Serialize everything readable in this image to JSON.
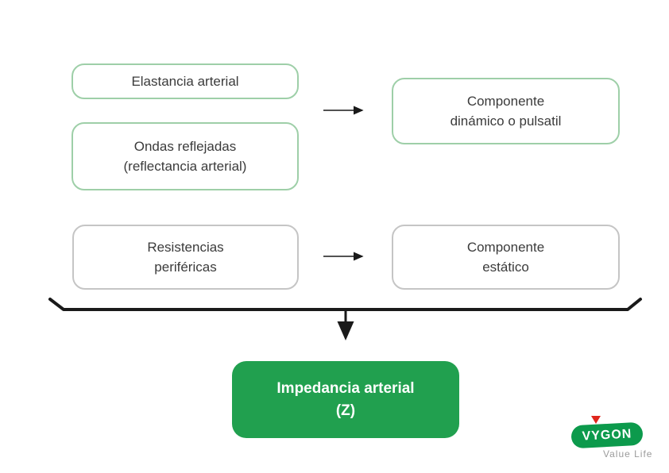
{
  "palette": {
    "soft_green_border": "#9ecfa8",
    "gray_border": "#c5c5c5",
    "green_fill": "#21a04f",
    "text_dark": "#3b3b3b",
    "line_black": "#1a1a1a",
    "logo_green": "#0c9a4c",
    "logo_red": "#e0261d",
    "tagline_gray": "#9b9b9b"
  },
  "boxes": {
    "elastancia": {
      "label": "Elastancia arterial"
    },
    "ondas": {
      "line1": "Ondas reflejadas",
      "line2": "(reflectancia arterial)"
    },
    "dinamico": {
      "line1": "Componente",
      "line2": "dinámico o pulsatil"
    },
    "resistencias": {
      "line1": "Resistencias",
      "line2": "periféricas"
    },
    "estatico": {
      "line1": "Componente",
      "line2": "estático"
    },
    "impedancia": {
      "line1": "Impedancia arterial",
      "line2": "(Z)"
    }
  },
  "logo": {
    "brand": "VYGON",
    "tagline": "Value Life"
  }
}
